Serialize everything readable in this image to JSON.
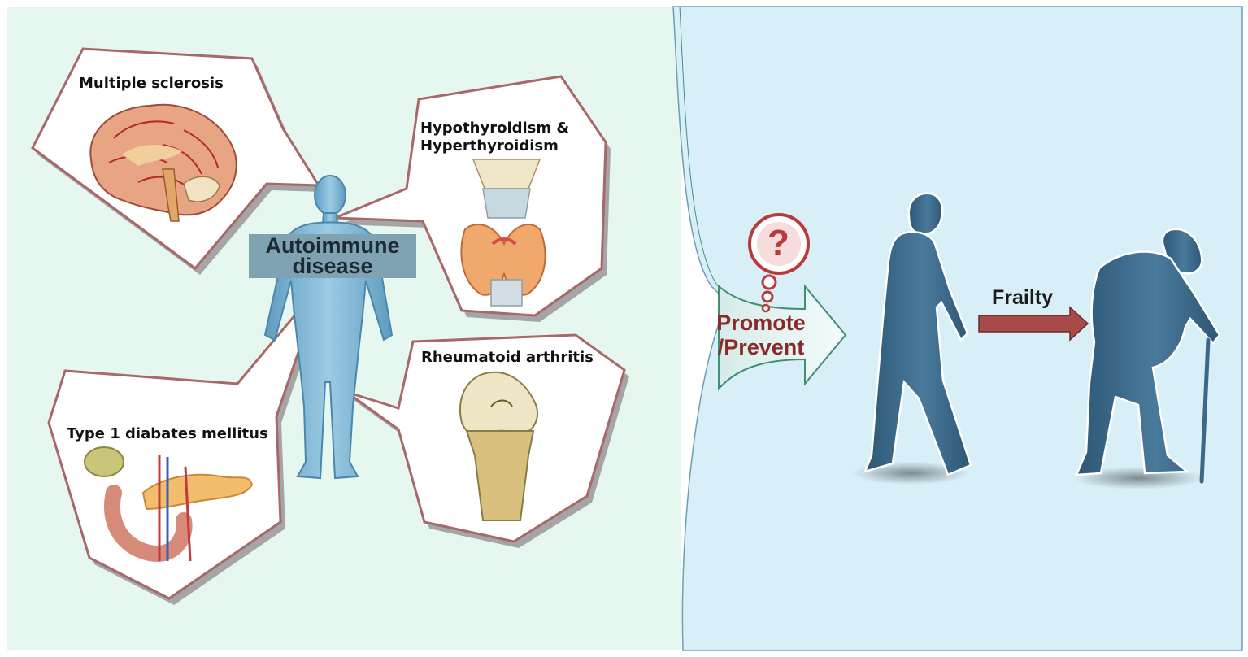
{
  "diagram": {
    "center_label": [
      "Autoimmune",
      "disease"
    ],
    "diseases": [
      {
        "id": "ms",
        "label": "Multiple sclerosis",
        "organ": "brain"
      },
      {
        "id": "thyroid",
        "label_lines": [
          "Hypothyroidism &",
          "Hyperthyroidism"
        ],
        "organ": "thyroid"
      },
      {
        "id": "t1d",
        "label": "Type 1 diabates mellitus",
        "organ": "pancreas"
      },
      {
        "id": "ra",
        "label": "Rheumatoid arthritis",
        "organ": "knee-joint"
      }
    ],
    "effect_label": [
      "Promote",
      "/Prevent"
    ],
    "outcome_label": "Frailty",
    "question_symbol": "?",
    "colors": {
      "left_panel": "#e6f7ef",
      "right_panel": "#d9eff7",
      "callout_border": "#a86868",
      "body_figure": "#7fb6d4",
      "walker": "#3b6886",
      "effect_text": "#8a2a2a",
      "frailty_arrow": "#a64a4a"
    }
  }
}
